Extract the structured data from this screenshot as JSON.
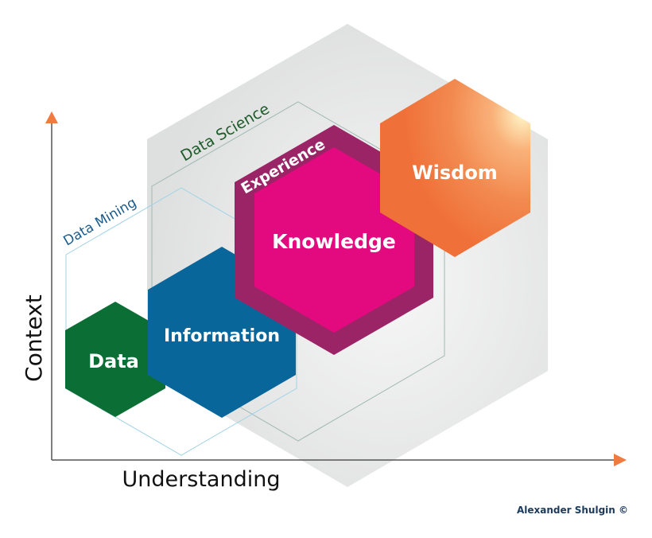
{
  "diagram": {
    "axes": {
      "y_label": "Context",
      "x_label": "Understanding"
    },
    "regions": {
      "data_science": "Data Science",
      "data_mining": "Data Mining"
    },
    "hexagons": {
      "data": "Data",
      "information": "Information",
      "experience": "Experience",
      "knowledge": "Knowledge",
      "wisdom": "Wisdom"
    },
    "credit": "Alexander Shulgin ©",
    "colors": {
      "data": "#0B6E34",
      "information": "#08669A",
      "experience": "#9B2467",
      "knowledge": "#E3097F",
      "wisdom": "#F07A3F",
      "axis_arrow": "#F07A3F",
      "data_mining_text": "#1A5B8C",
      "data_science_text": "#1E5B2A"
    }
  }
}
